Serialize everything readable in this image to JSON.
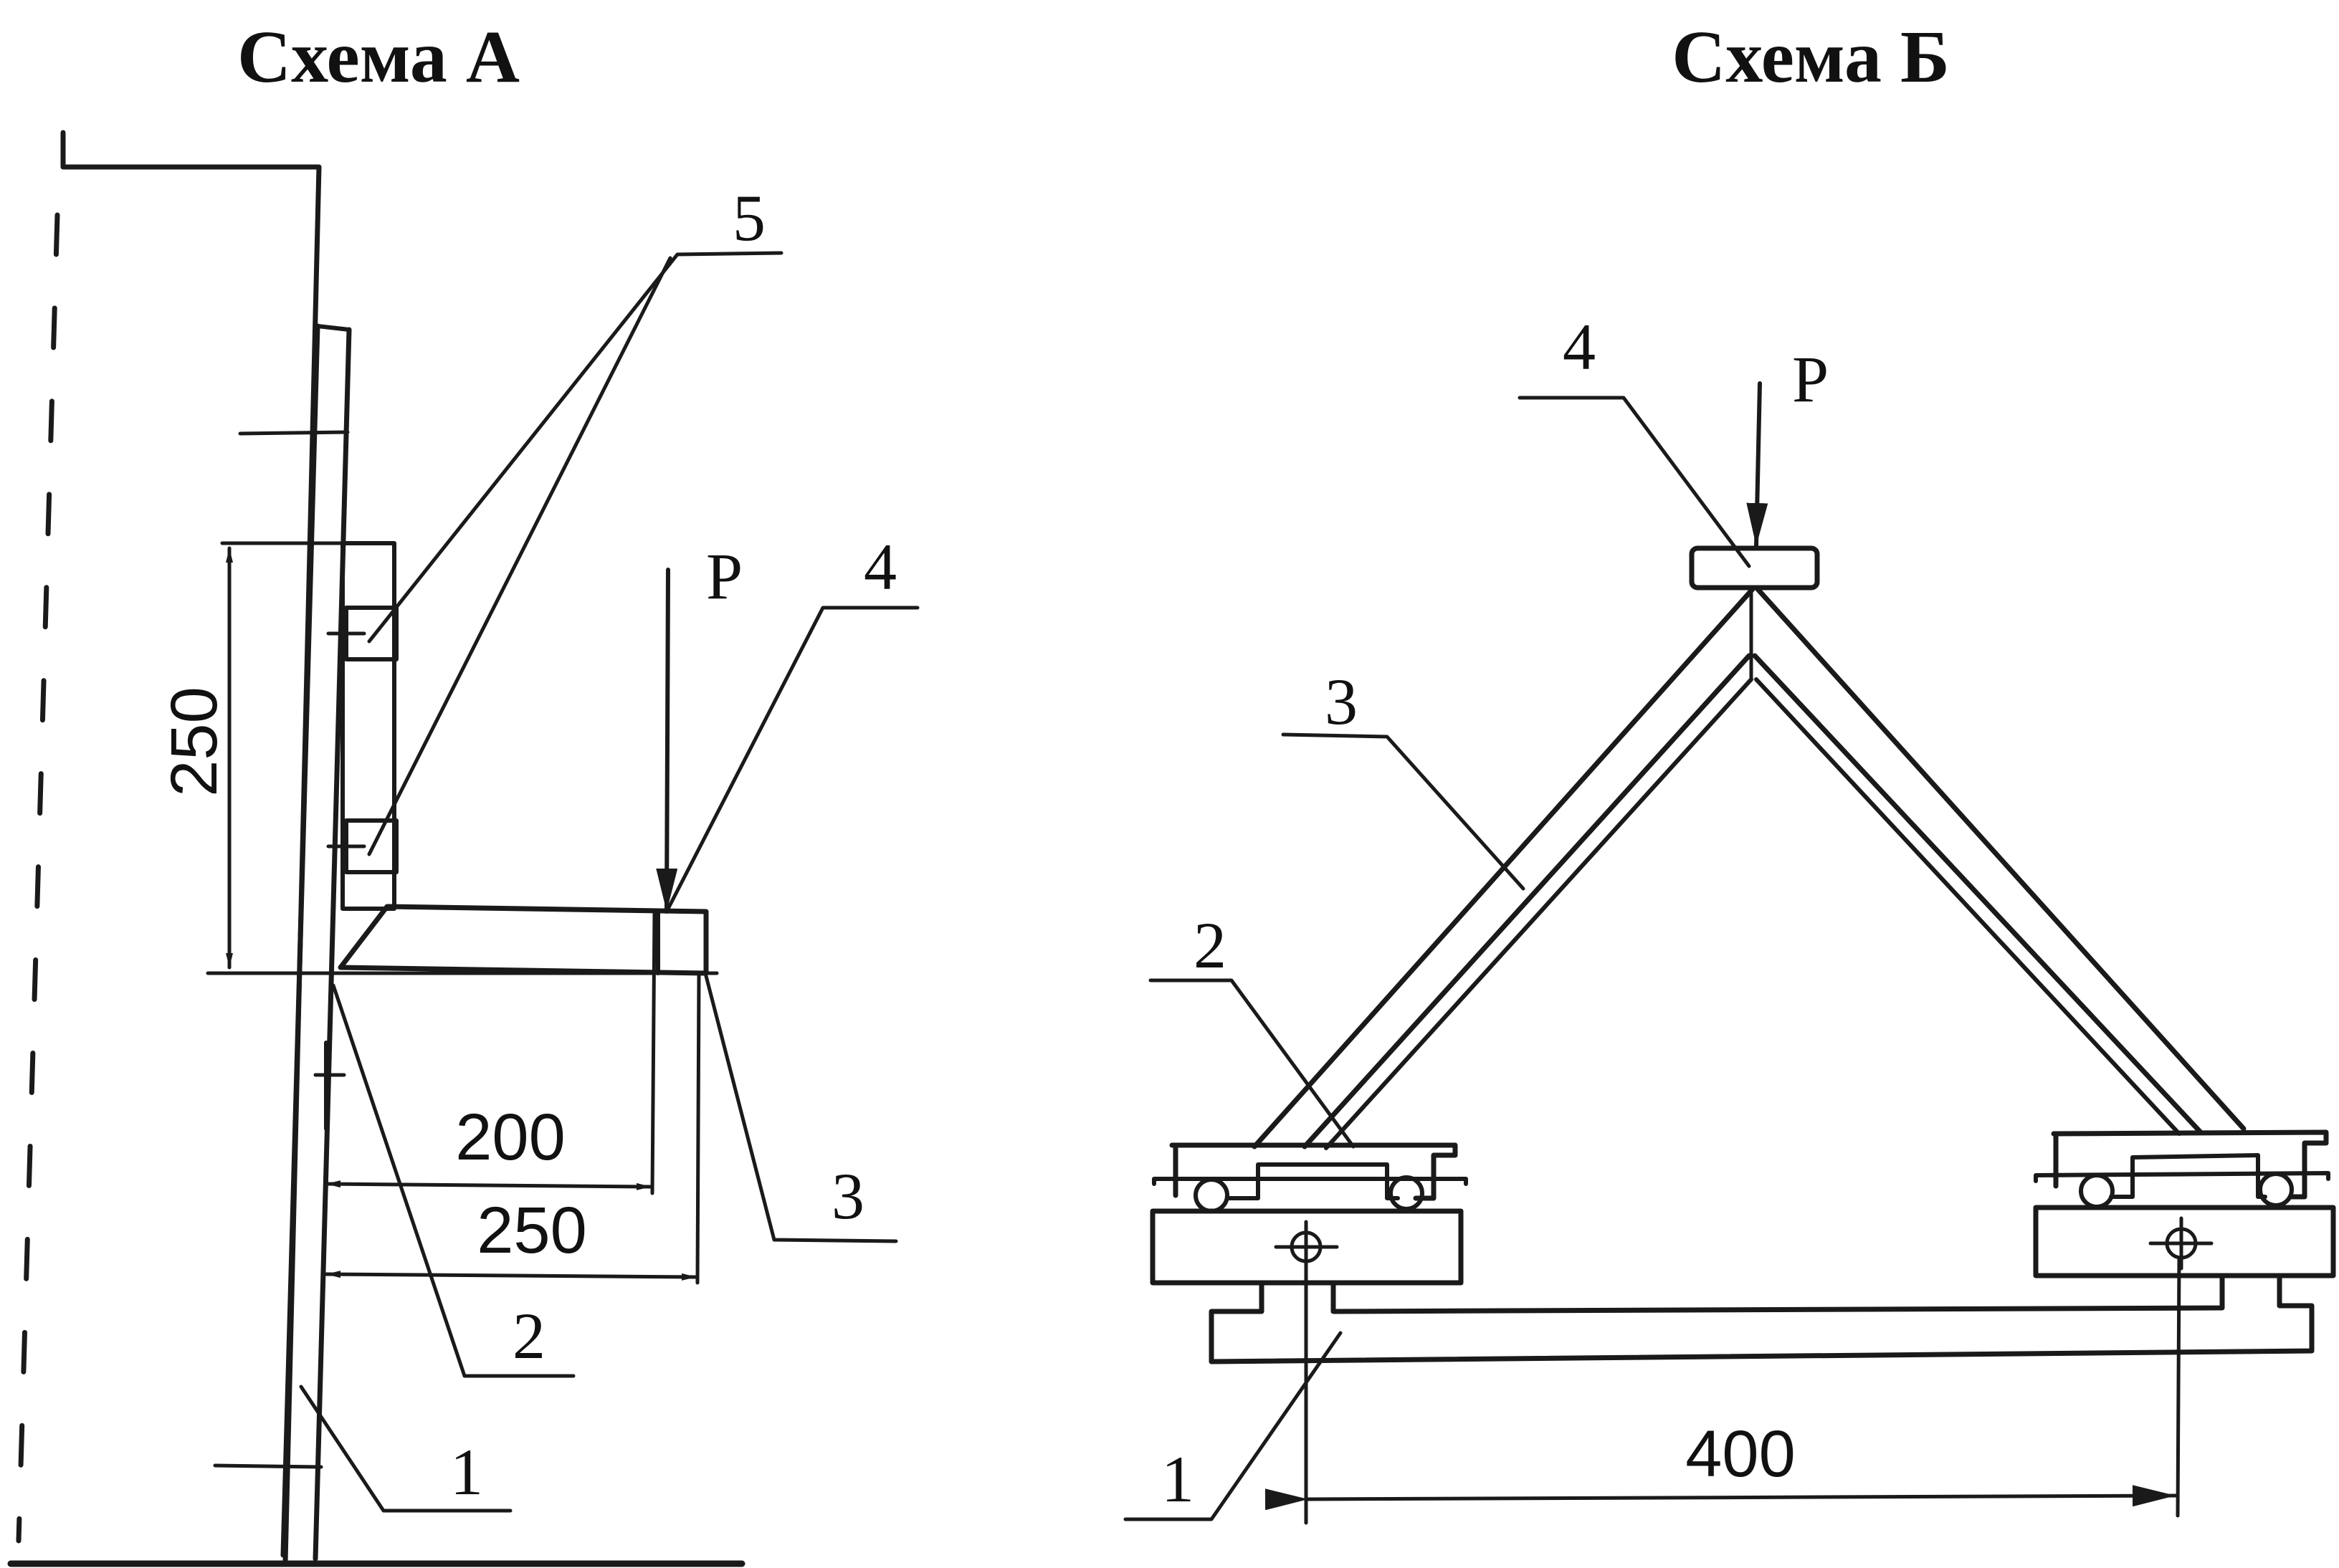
{
  "scheme_a": {
    "title": "Схема А",
    "callouts": {
      "c1": "1",
      "c2": "2",
      "c3": "3",
      "c4": "4",
      "c5": "5"
    },
    "load_label": "P",
    "dimensions": {
      "vertical": "250",
      "horizontal_inner": "200",
      "horizontal_outer": "250"
    }
  },
  "scheme_b": {
    "title": "Схема Б",
    "callouts": {
      "c1": "1",
      "c2": "2",
      "c3": "3",
      "c4": "4"
    },
    "load_label": "P",
    "dimensions": {
      "span": "400"
    }
  },
  "colors": {
    "ink": "#1a1a1a",
    "background": "#ffffff"
  }
}
